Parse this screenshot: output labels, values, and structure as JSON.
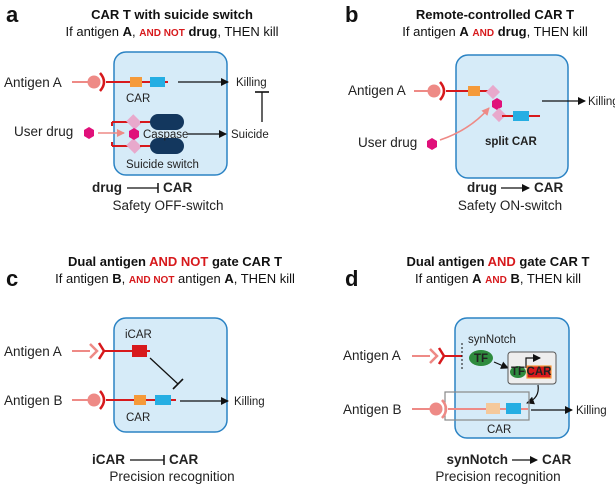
{
  "colors": {
    "cell_fill": "#d6ebf8",
    "cell_stroke": "#2b83c4",
    "receptor": "#d7191c",
    "antigen": "#ee8a86",
    "orange_domain": "#f59a3a",
    "blue_domain": "#25aee3",
    "drug": "#e0107a",
    "caspase": "#13375e",
    "pink_domain": "#e8a9cc",
    "tf": "#2e8b3e"
  },
  "panels": {
    "a": {
      "letter": "a",
      "title": "CAR T with suicide switch",
      "sub_pre": "If antigen ",
      "sub_a": "A",
      "sub_comma": ", ",
      "sub_andnot": "AND NOT",
      "sub_drug": "drug",
      "sub_post": ", THEN kill",
      "antigen": "Antigen A",
      "car": "CAR",
      "killing": "Killing",
      "user_drug": "User drug",
      "caspase": "Caspase",
      "suicide_switch": "Suicide switch",
      "suicide": "Suicide",
      "logic_left": "drug",
      "logic_right": "CAR",
      "caption": "Safety OFF-switch"
    },
    "b": {
      "letter": "b",
      "title": "Remote-controlled CAR T",
      "sub_pre": "If antigen ",
      "sub_a": "A",
      "sub_and": "AND",
      "sub_drug": "drug",
      "sub_post": ", THEN kill",
      "antigen": "Antigen A",
      "killing": "Killing",
      "user_drug": "User drug",
      "split_car": "split CAR",
      "logic_left": "drug",
      "logic_right": "CAR",
      "caption": "Safety ON-switch"
    },
    "c": {
      "letter": "c",
      "title_pre": "Dual antigen ",
      "title_andnot": "AND NOT",
      "title_post": " gate CAR T",
      "sub_pre": "If antigen ",
      "sub_b": "B",
      "sub_comma": ", ",
      "sub_andnot": "AND NOT",
      "sub_mid": " antigen ",
      "sub_a": "A",
      "sub_post": ", THEN kill",
      "antigen_a": "Antigen A",
      "antigen_b": "Antigen B",
      "icar": "iCAR",
      "car": "CAR",
      "killing": "Killing",
      "logic_left": "iCAR",
      "logic_right": "CAR",
      "caption": "Precision recognition"
    },
    "d": {
      "letter": "d",
      "title_pre": "Dual antigen ",
      "title_and": "AND",
      "title_post": " gate CAR T",
      "sub_pre": "If antigen ",
      "sub_a": "A",
      "sub_and": "AND",
      "sub_b": "B",
      "sub_post": ", THEN kill",
      "antigen_a": "Antigen A",
      "antigen_b": "Antigen B",
      "synnotch": "synNotch",
      "tf": "TF",
      "car_gene": "CAR",
      "car": "CAR",
      "killing": "Killing",
      "logic_left": "synNotch",
      "logic_right": "CAR",
      "caption": "Precision recognition"
    }
  }
}
